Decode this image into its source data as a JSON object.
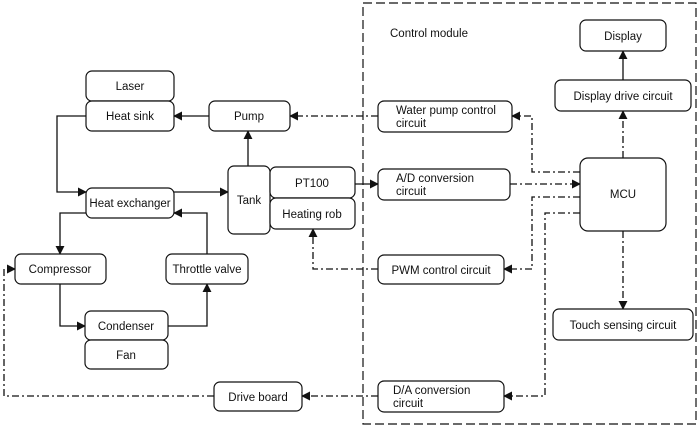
{
  "module_title": "Control module",
  "blocks": {
    "laser": "Laser",
    "heat_sink": "Heat sink",
    "pump": "Pump",
    "heat_exchanger": "Heat exchanger",
    "tank": "Tank",
    "pt100": "PT100",
    "heating_rob": "Heating rob",
    "compressor": "Compressor",
    "throttle_valve": "Throttle valve",
    "condenser": "Condenser",
    "fan": "Fan",
    "drive_board": "Drive board",
    "display": "Display",
    "display_drive_circuit": "Display drive circuit",
    "water_pump_control_line1": "Water pump control",
    "water_pump_control_line2": "circuit",
    "ad_conversion_line1": "A/D conversion",
    "ad_conversion_line2": "circuit",
    "mcu": "MCU",
    "pwm_control_circuit": "PWM control circuit",
    "touch_sensing_circuit": "Touch sensing circuit",
    "da_conversion_line1": "D/A conversion",
    "da_conversion_line2": "circuit"
  }
}
